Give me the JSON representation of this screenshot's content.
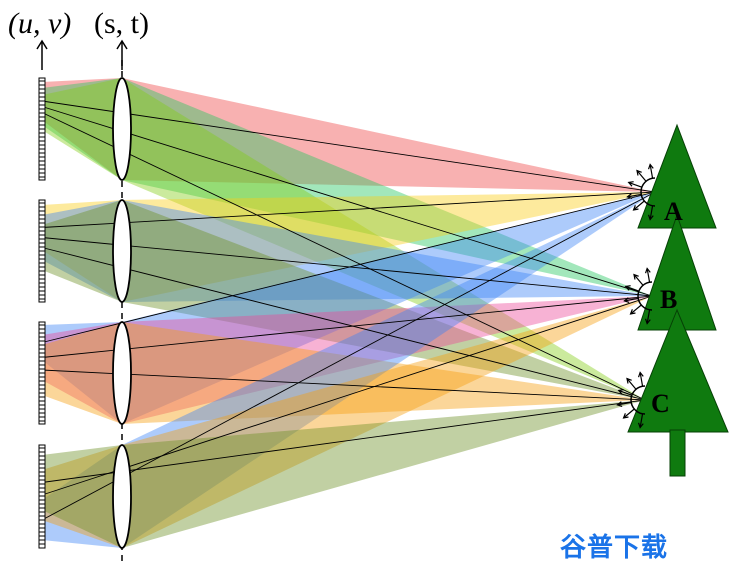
{
  "labels": {
    "uv": "(u, v)",
    "st": "(s, t)",
    "point_a": "A",
    "point_b": "B",
    "point_c": "C"
  },
  "watermark": "谷普下载",
  "colors": {
    "red": "#ef4444",
    "green": "#22c55e",
    "lime": "#84cc16",
    "yellow": "#facc15",
    "blue": "#3b82f6",
    "magenta": "#ec4899",
    "orange": "#f59e0b",
    "olive": "#6b8e23",
    "tree": "#0f7a0f"
  }
}
